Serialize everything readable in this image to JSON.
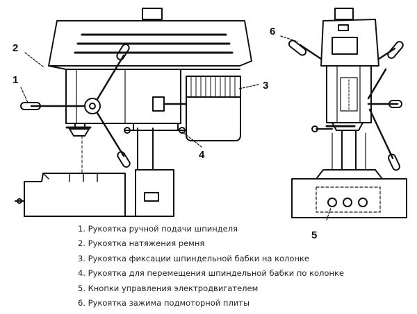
{
  "callouts": [
    "1",
    "2",
    "3",
    "4",
    "5",
    "6"
  ],
  "legend": [
    "1. Рукоятка ручной подачи шпинделя",
    "2. Рукоятка натяжения ремня",
    "3. Рукоятка фиксации шпиндельной бабки на колонке",
    "4. Рукоятка для перемещения шпиндельной бабки по колонке",
    "5. Кнопки управления электродвигателем",
    "6. Рукоятка зажима подмоторной плиты"
  ],
  "colors": {
    "line": "#111111",
    "text": "#222222",
    "background": "#ffffff"
  }
}
